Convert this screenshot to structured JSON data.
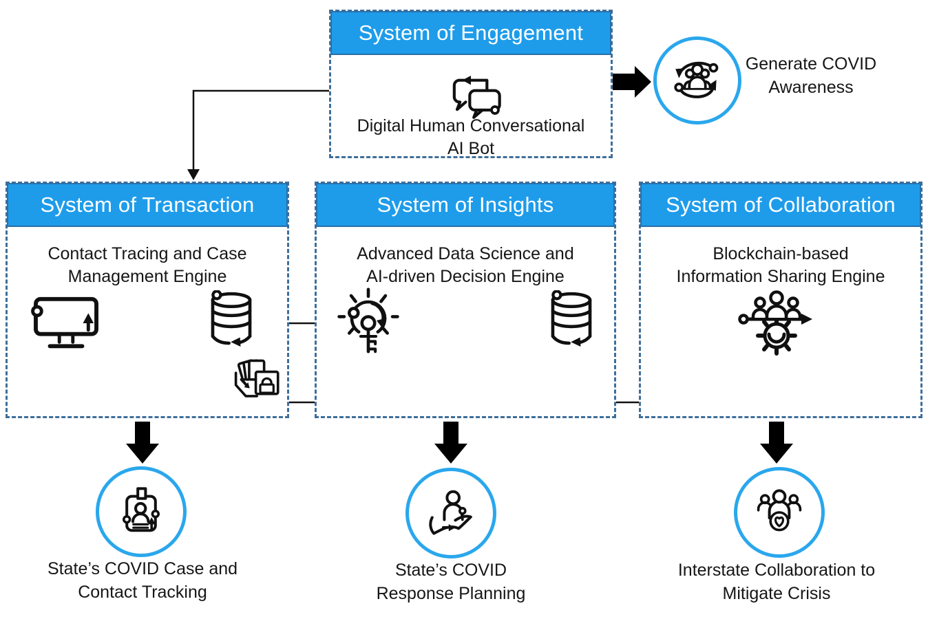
{
  "colors": {
    "header_blue": "#1E9CEA",
    "header_border": "#2B6FA8",
    "dashed_border": "#3E6E99",
    "circle_ring_blue": "#2AA7EC",
    "line_black": "#111111"
  },
  "icons": [
    "chat-bubbles-icon",
    "people-sync-icon",
    "monitor-icon",
    "database-icon",
    "secure-files-icon",
    "idea-key-icon",
    "people-gear-icon",
    "id-badge-icon",
    "person-care-icon",
    "community-heart-icon"
  ],
  "engagement": {
    "title": "System of Engagement",
    "caption_lines": [
      "Digital Human Conversational",
      "AI Bot"
    ]
  },
  "awareness": {
    "label_lines": [
      "Generate COVID",
      "Awareness"
    ]
  },
  "systems": [
    {
      "title": "System of Transaction",
      "caption_lines": [
        "Contact Tracing and Case",
        "Management Engine"
      ]
    },
    {
      "title": "System of Insights",
      "caption_lines": [
        "Advanced Data Science and",
        "AI-driven Decision Engine"
      ]
    },
    {
      "title": "System of Collaboration",
      "caption_lines": [
        "Blockchain-based",
        "Information Sharing Engine"
      ]
    }
  ],
  "outcomes": [
    {
      "label_lines": [
        "State’s COVID Case and",
        "Contact Tracking"
      ]
    },
    {
      "label_lines": [
        "State’s COVID",
        "Response Planning"
      ]
    },
    {
      "label_lines": [
        "Interstate Collaboration to",
        "Mitigate Crisis"
      ]
    }
  ]
}
